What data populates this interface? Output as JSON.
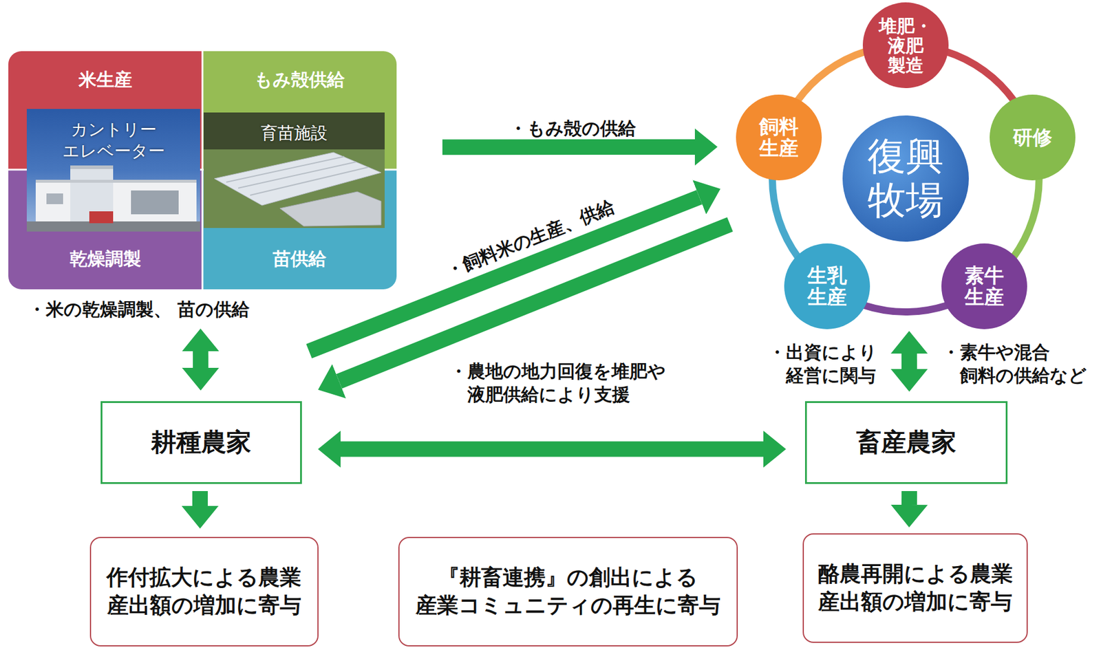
{
  "diagram": {
    "nodes": [
      {
        "text": [
          "米生産"
        ]
      },
      {
        "text": [
          "もみ殻供給"
        ]
      },
      {
        "text": [
          "カントリー エレベーター"
        ]
      },
      {
        "text": [
          "育苗施設"
        ]
      },
      {
        "text": [
          "乾燥調製"
        ]
      },
      {
        "text": [
          "苗供給"
        ]
      },
      {
        "text": [
          "復興 牧場"
        ]
      },
      {
        "text": [
          "堆肥・ 液肥 製造"
        ],
        "in": 6
      },
      {
        "text": [
          "飼料 生産"
        ],
        "in": 6
      },
      {
        "text": [
          "研修"
        ],
        "in": 6
      },
      {
        "text": [
          "生乳 生産"
        ],
        "in": 6
      },
      {
        "text": [
          "素牛 生産"
        ],
        "in": 6
      },
      {
        "text": [
          "耕種農家"
        ]
      },
      {
        "text": [
          "畜産農家"
        ]
      },
      {
        "text": [
          "作付拡大による農業 産出額の増加に寄与"
        ]
      },
      {
        "text": [
          "『耕畜連携』の創出による 産業コミュニティの再生に寄与"
        ]
      },
      {
        "text": [
          "酪農再開による農業 産出額の増加に寄与"
        ]
      }
    ],
    "edges": [
      {
        "from": 4,
        "to": 12,
        "arrow": "both",
        "label": "・米の乾燥調製、 苗の供給"
      },
      {
        "from": 1,
        "to": 6,
        "arrow": "to",
        "label": "・もみ殻の供給"
      },
      {
        "from": 12,
        "to": 6,
        "arrow": "to",
        "label": "・飼料米の生産、供給"
      },
      {
        "from": 6,
        "to": 12,
        "arrow": "to",
        "label": "・農地の地力回復を堆肥や 液肥供給により支援"
      },
      {
        "from": 6,
        "to": 13,
        "arrow": "both",
        "label": "・出資により 経営に関与"
      },
      {
        "from": 12,
        "to": 13,
        "arrow": "both"
      },
      {
        "from": 12,
        "to": 14,
        "arrow": "to"
      },
      {
        "from": 13,
        "to": 16,
        "arrow": "to"
      }
    ],
    "labels": [
      "・素牛や混合 飼料の供給など"
    ]
  }
}
